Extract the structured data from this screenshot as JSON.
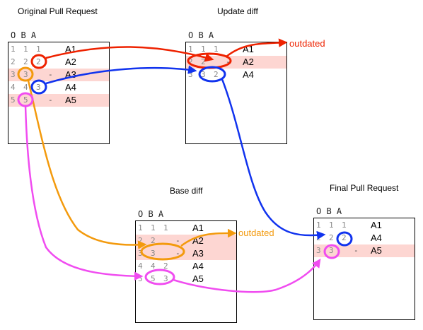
{
  "panels": {
    "original": {
      "title": "Original Pull Request",
      "header": "O B A",
      "rows": [
        {
          "o": "1",
          "b": "1",
          "a": "1",
          "dash": "",
          "text": "A1",
          "hl": false
        },
        {
          "o": "2",
          "b": "2",
          "a": "2",
          "dash": "",
          "text": "A2",
          "hl": false
        },
        {
          "o": "3",
          "b": "3",
          "a": "",
          "dash": "-",
          "text": "A3",
          "hl": true
        },
        {
          "o": "4",
          "b": "4",
          "a": "3",
          "dash": "",
          "text": "A4",
          "hl": false
        },
        {
          "o": "5",
          "b": "5",
          "a": "",
          "dash": "-",
          "text": "A5",
          "hl": true
        }
      ]
    },
    "update": {
      "title": "Update diff",
      "header": "O B A",
      "rows": [
        {
          "o": "1",
          "b": "1",
          "a": "1",
          "dash": "",
          "text": "A1",
          "hl": false
        },
        {
          "o": "2",
          "b": "2",
          "a": "",
          "dash": "-",
          "text": "A2",
          "hl": true
        },
        {
          "o": "3",
          "b": "3",
          "a": "2",
          "dash": "",
          "text": "A4",
          "hl": false
        }
      ]
    },
    "base": {
      "title": "Base diff",
      "header": "O B A",
      "rows": [
        {
          "o": "1",
          "b": "1",
          "a": "1",
          "dash": "",
          "text": "A1",
          "hl": false
        },
        {
          "o": "2",
          "b": "2",
          "a": "",
          "dash": "-",
          "text": "A2",
          "hl": true
        },
        {
          "o": "3",
          "b": "3",
          "a": "",
          "dash": "-",
          "text": "A3",
          "hl": true
        },
        {
          "o": "4",
          "b": "4",
          "a": "2",
          "dash": "",
          "text": "A4",
          "hl": false
        },
        {
          "o": "5",
          "b": "5",
          "a": "3",
          "dash": "",
          "text": "A5",
          "hl": false
        }
      ]
    },
    "final": {
      "title": "Final Pull Request",
      "header": "O B A",
      "rows": [
        {
          "o": "1",
          "b": "1",
          "a": "1",
          "dash": "",
          "text": "A1",
          "hl": false
        },
        {
          "o": "2",
          "b": "2",
          "a": "2",
          "dash": "",
          "text": "A4",
          "hl": false
        },
        {
          "o": "3",
          "b": "3",
          "a": "",
          "dash": "-",
          "text": "A5",
          "hl": true
        }
      ]
    }
  },
  "annotations": {
    "outdated_update": "outdated",
    "outdated_base": "outdated"
  },
  "colors": {
    "red": "#ee2200",
    "blue": "#1133ee",
    "orange": "#f39a0d",
    "magenta": "#f04cf0",
    "highlight": "#fdd6d2"
  }
}
